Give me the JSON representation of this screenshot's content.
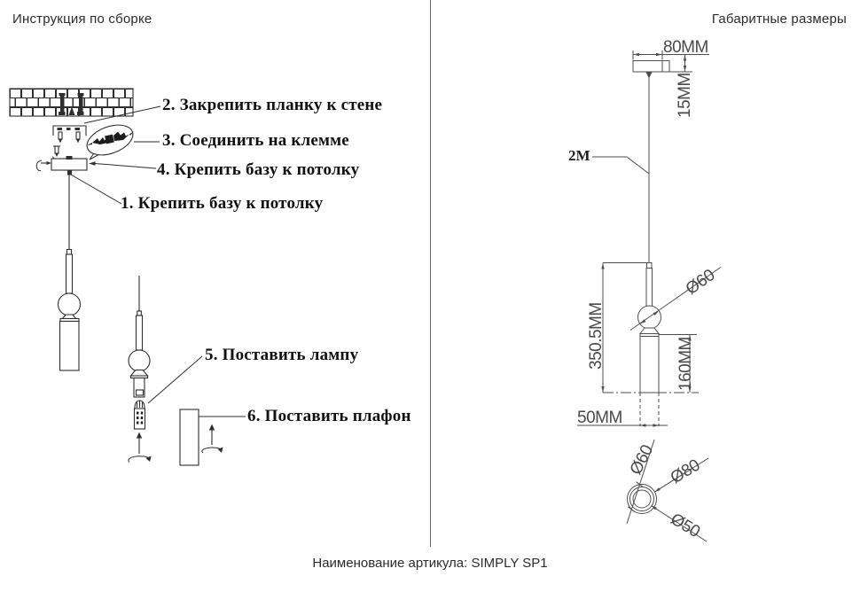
{
  "meta": {
    "background": "#ffffff",
    "instruction_ink": "#2e2e2e",
    "dimension_ink": "#4a4a4a"
  },
  "left_panel": {
    "title": "Инструкция по сборке",
    "steps": {
      "s2": "2. Закрепить планку к стене",
      "s3": "3. Соединить на клемме",
      "s4": "4. Крепить базу к потолку",
      "s1": "1. Крепить базу к потолку",
      "s5": "5. Поставить лампу",
      "s6": "6. Поставить плафон"
    }
  },
  "right_panel": {
    "title": "Габаритные размеры",
    "dims": {
      "plate_width": "80MM",
      "plate_thickness": "15MM",
      "cord_length": "2М",
      "sphere_diameter": "Ø60",
      "fixture_height": "350.5MM",
      "shade_height": "160MM",
      "shade_width": "50MM",
      "bottom_d60": "Ø60",
      "bottom_d80": "Ø80",
      "bottom_d50": "Ø50"
    }
  },
  "footer": {
    "caption": "Наименование артикула: SIMPLY SP1"
  }
}
